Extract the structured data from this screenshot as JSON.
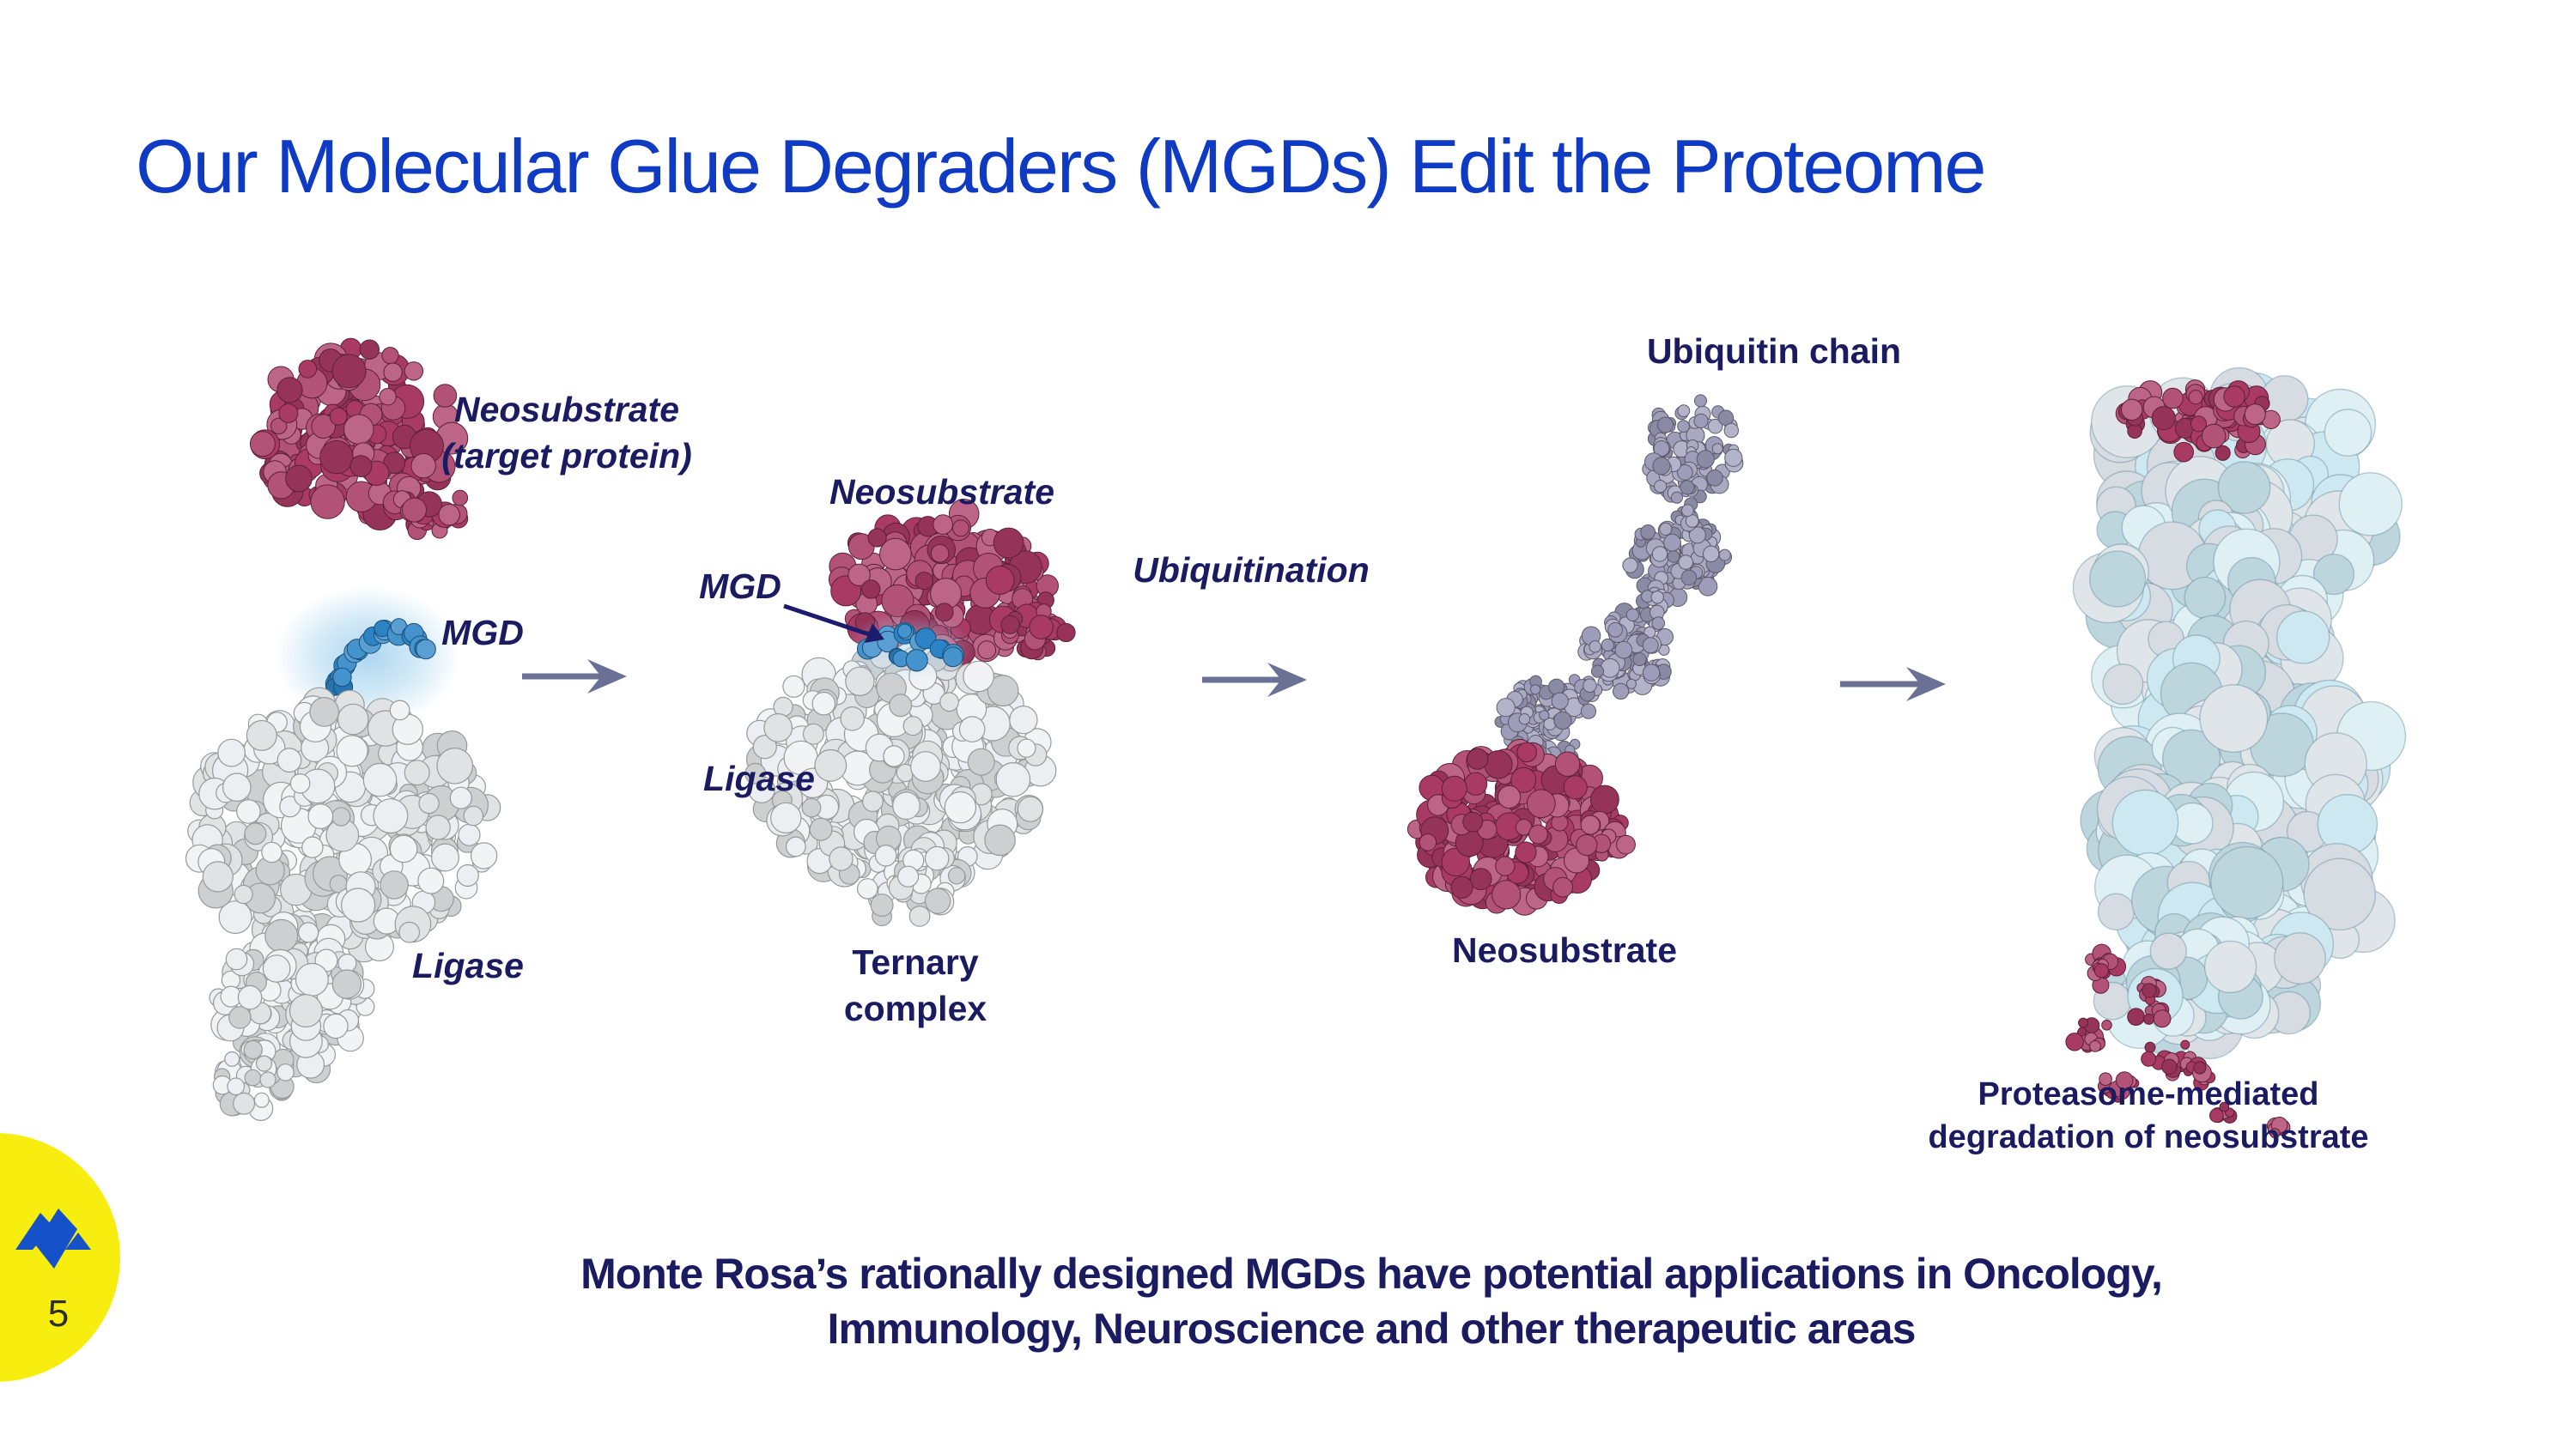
{
  "slide": {
    "title": "Our Molecular Glue Degraders (MGDs) Edit the Proteome",
    "page_number": "5",
    "tagline_line1": "Monte Rosa’s rationally designed MGDs have potential applications in Oncology,",
    "tagline_line2": "Immunology, Neuroscience and other therapeutic areas"
  },
  "labels": {
    "stage1_neo_line1": "Neosubstrate",
    "stage1_neo_line2": "(target protein)",
    "stage1_mgd": "MGD",
    "stage1_ligase": "Ligase",
    "stage2_neo": "Neosubstrate",
    "stage2_mgd": "MGD",
    "stage2_ligase": "Ligase",
    "stage2_caption_line1": "Ternary",
    "stage2_caption_line2": "complex",
    "stage3_step": "Ubiquitination",
    "stage3_chain": "Ubiquitin chain",
    "stage3_neo": "Neosubstrate",
    "stage4_caption_line1": "Proteasome-mediated",
    "stage4_caption_line2": "degradation of neosubstrate"
  },
  "colors": {
    "title_blue": "#0f3ac3",
    "label_navy": "#1b1b62",
    "arrow_slate": "#6b7095",
    "pointer_navy": "#1c1c6e",
    "crimson": "#a93a64",
    "ligase_grey": "#e9ebee",
    "mgd_blue": "#2c84c6",
    "mgd_glow": "#a8d4ef",
    "ubiquitin_lavender": "#9d9dba",
    "proteasome_cyan": "#cde8f0",
    "proteasome_grey": "#d6dce1",
    "badge_yellow": "#f7ee0f",
    "logo_blue": "#1551c8",
    "page_number_color": "#2e2e2e"
  }
}
